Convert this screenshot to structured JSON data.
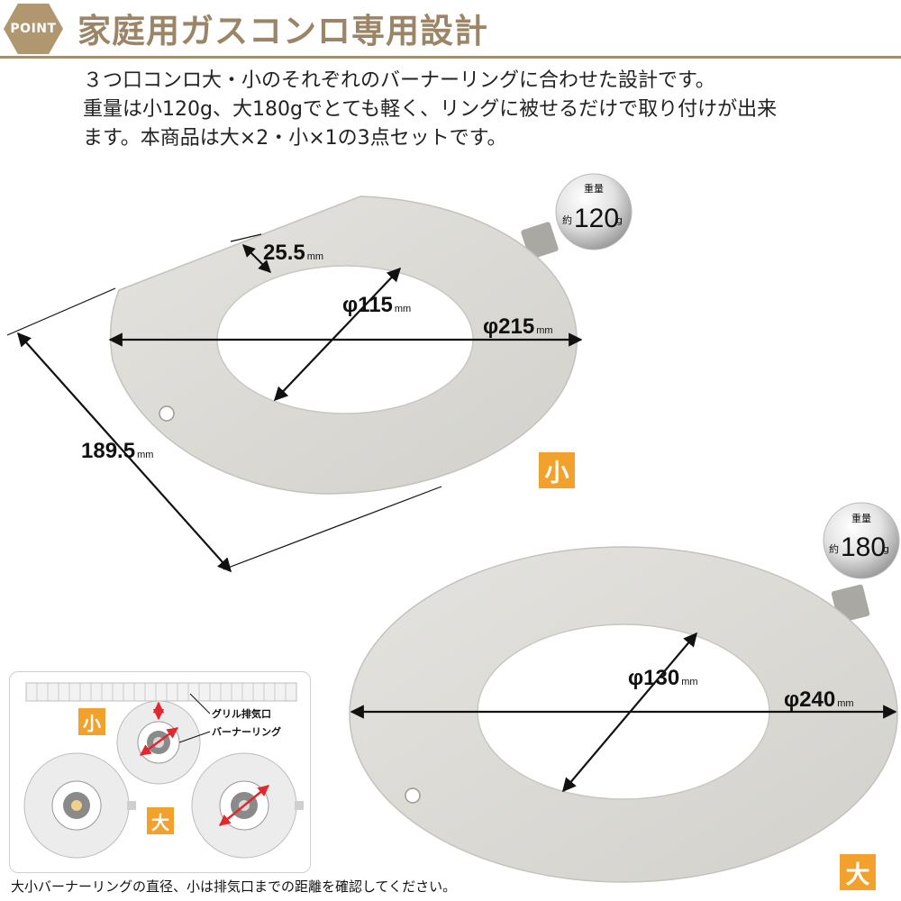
{
  "header": {
    "badge": "POINT",
    "title": "家庭用ガスコンロ専用設計"
  },
  "intro": {
    "lines": [
      "３つ口コンロ大・小のそれぞれのバーナーリングに合わせた設計です。",
      "重量は小120g、大180gでとても軽く、リングに被せるだけで取り付けが出来",
      "ます。本商品は大×2・小×1の3点セットです。"
    ]
  },
  "small": {
    "tag": "小",
    "weight_label": "重量",
    "weight_prefix": "約",
    "weight_value": "120",
    "weight_unit": "g",
    "dims": {
      "notch": "25.5",
      "inner": "φ115",
      "outer": "φ215",
      "depth": "189.5",
      "unit": "mm"
    }
  },
  "large": {
    "tag": "大",
    "weight_label": "重量",
    "weight_prefix": "約",
    "weight_value": "180",
    "weight_unit": "g",
    "dims": {
      "inner": "φ130",
      "outer": "φ240",
      "unit": "mm"
    }
  },
  "inset": {
    "small_tag": "小",
    "large_tag": "大",
    "grill_label": "グリル排気口",
    "ring_label": "バーナーリング"
  },
  "caption": "大小バーナーリングの直径、小は排気口までの距離を確認してください。",
  "colors": {
    "accent": "#a58f6d",
    "tag": "#f2a12c",
    "plate": "#dcdbd7",
    "arrow_inset": "#e0282e"
  }
}
